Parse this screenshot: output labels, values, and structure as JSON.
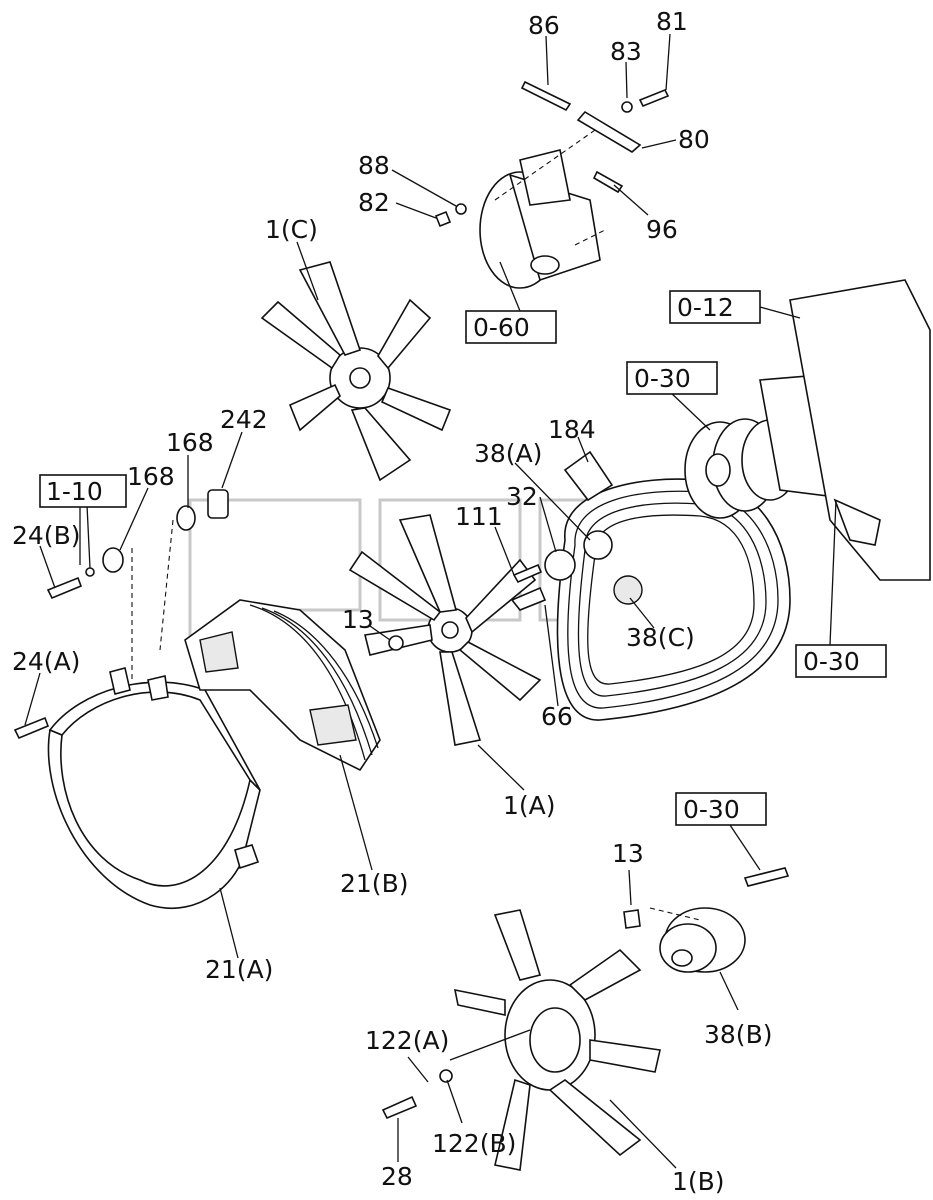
{
  "diagram": {
    "callouts": [
      {
        "id": "c86",
        "text": "86"
      },
      {
        "id": "c83",
        "text": "83"
      },
      {
        "id": "c81",
        "text": "81"
      },
      {
        "id": "c80",
        "text": "80"
      },
      {
        "id": "c88",
        "text": "88"
      },
      {
        "id": "c82",
        "text": "82"
      },
      {
        "id": "c96",
        "text": "96"
      },
      {
        "id": "c1c",
        "text": "1(C)"
      },
      {
        "id": "c242",
        "text": "242"
      },
      {
        "id": "c168a",
        "text": "168"
      },
      {
        "id": "c168b",
        "text": "168"
      },
      {
        "id": "c24b",
        "text": "24(B)"
      },
      {
        "id": "c24a",
        "text": "24(A)"
      },
      {
        "id": "c13a",
        "text": "13"
      },
      {
        "id": "c111",
        "text": "111"
      },
      {
        "id": "c32",
        "text": "32"
      },
      {
        "id": "c38a",
        "text": "38(A)"
      },
      {
        "id": "c184",
        "text": "184"
      },
      {
        "id": "c38c",
        "text": "38(C)"
      },
      {
        "id": "c66",
        "text": "66"
      },
      {
        "id": "c1a",
        "text": "1(A)"
      },
      {
        "id": "c21b",
        "text": "21(B)"
      },
      {
        "id": "c21a",
        "text": "21(A)"
      },
      {
        "id": "c13b",
        "text": "13"
      },
      {
        "id": "c38b",
        "text": "38(B)"
      },
      {
        "id": "c122a",
        "text": "122(A)"
      },
      {
        "id": "c122b",
        "text": "122(B)"
      },
      {
        "id": "c28",
        "text": "28"
      },
      {
        "id": "c1b",
        "text": "1(B)"
      }
    ],
    "reference_boxes": [
      {
        "id": "r060",
        "text": "0-60"
      },
      {
        "id": "r012",
        "text": "0-12"
      },
      {
        "id": "r030a",
        "text": "0-30"
      },
      {
        "id": "r030b",
        "text": "0-30"
      },
      {
        "id": "r030c",
        "text": "0-30"
      },
      {
        "id": "r110",
        "text": "1-10"
      }
    ],
    "watermark": {
      "text": "TM"
    }
  }
}
